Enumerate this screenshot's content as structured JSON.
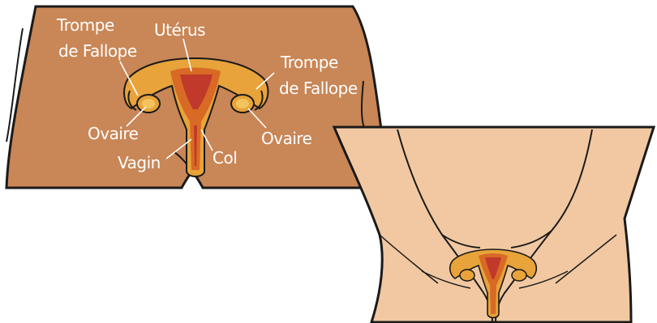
{
  "labels": {
    "tube_left": [
      "Trompe",
      "de Fallope"
    ],
    "uterus": "Utérus",
    "tube_right": [
      "Trompe",
      "de Fallope"
    ],
    "ovary_left": "Ovaire",
    "ovary_right": "Ovaire",
    "vagina": "Vagin",
    "cervix": "Col"
  },
  "colors": {
    "body_dark": "#c98656",
    "body_light": "#f1c8a1",
    "outline": "#1a1a1a",
    "organ_outer": "#e8a33a",
    "organ_mid": "#d86a25",
    "organ_inner": "#c0392b",
    "label": "#ffffff"
  }
}
